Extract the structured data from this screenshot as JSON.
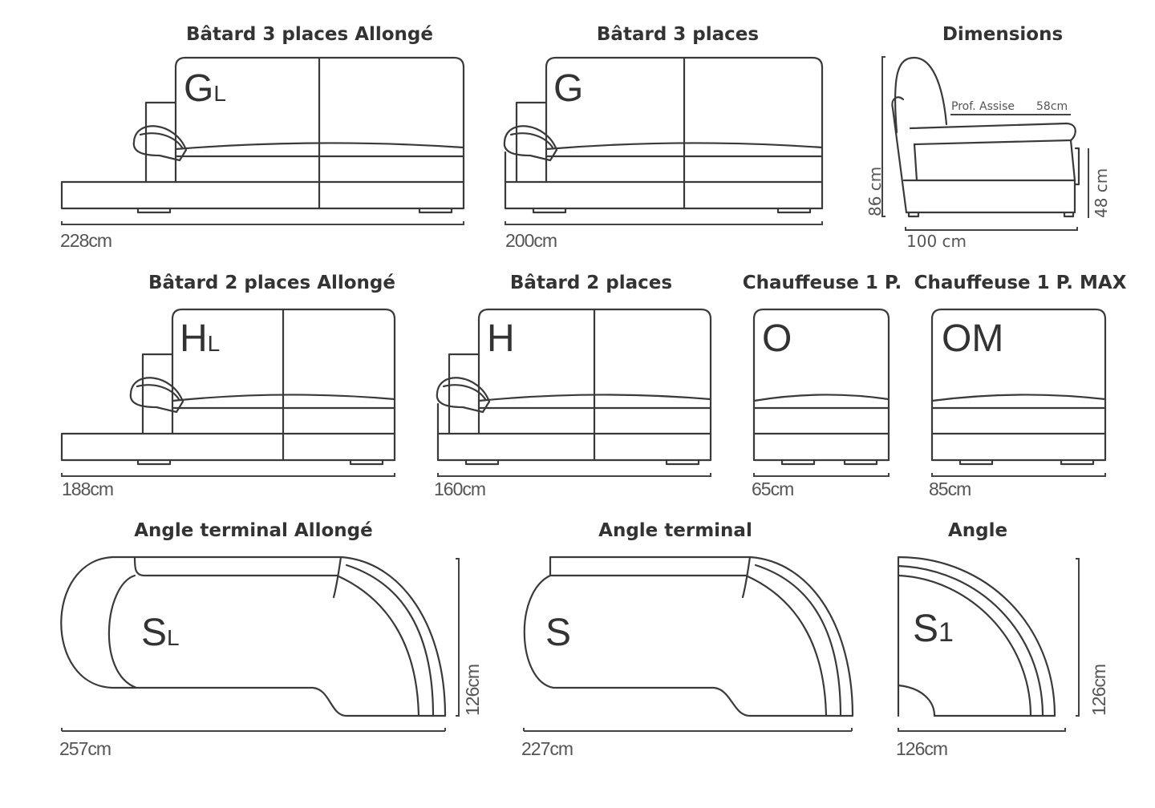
{
  "modules": {
    "gl": {
      "title": "Bâtard 3 places Allongé",
      "code": "G",
      "sub": "L",
      "width": "228cm"
    },
    "g": {
      "title": "Bâtard 3 places",
      "code": "G",
      "width": "200cm"
    },
    "hl": {
      "title": "Bâtard 2 places Allongé",
      "code": "H",
      "sub": "L",
      "width": "188cm"
    },
    "h": {
      "title": "Bâtard 2 places",
      "code": "H",
      "width": "160cm"
    },
    "o": {
      "title": "Chauffeuse 1 P.",
      "code": "O",
      "width": "65cm"
    },
    "om": {
      "title": "Chauffeuse 1 P. MAX",
      "code": "OM",
      "width": "85cm"
    },
    "sl": {
      "title": "Angle terminal Allongé",
      "code": "S",
      "sub": "L",
      "width": "257cm",
      "depth": "126cm"
    },
    "s": {
      "title": "Angle terminal",
      "code": "S",
      "width": "227cm"
    },
    "s1": {
      "title": "Angle",
      "code": "S",
      "sub": "1",
      "width": "126cm",
      "depth": "126cm"
    }
  },
  "dimensions": {
    "title": "Dimensions",
    "seat_depth_label": "Prof. Assise",
    "seat_depth": "58cm",
    "height": "86 cm",
    "seat_height": "48 cm",
    "depth": "100 cm"
  }
}
